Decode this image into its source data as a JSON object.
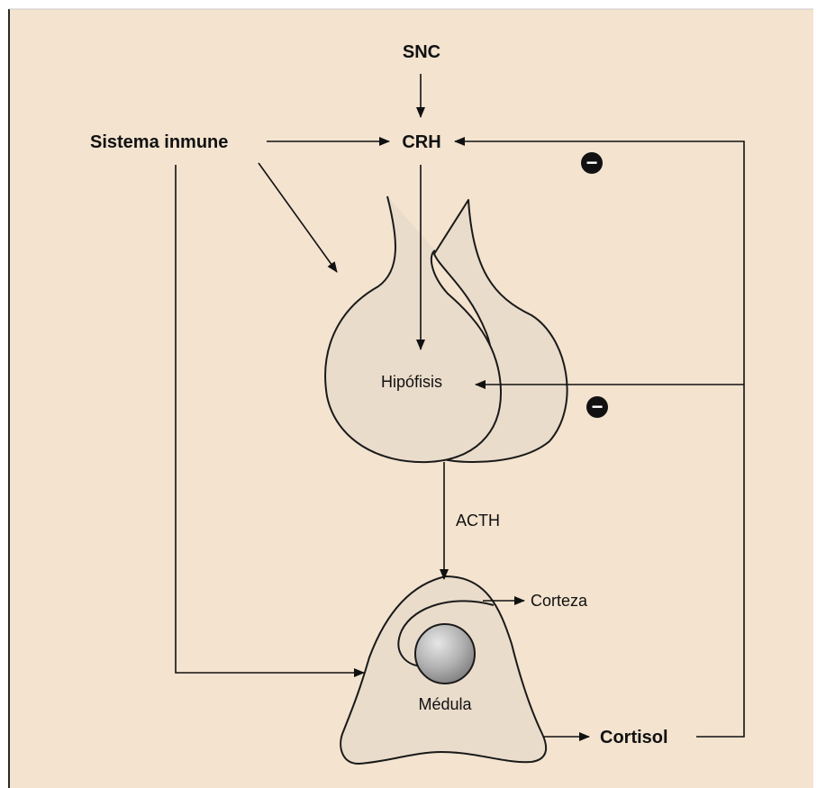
{
  "colors": {
    "background": "#f3e3cf",
    "frame": "#2a2a2a",
    "shape_fill": "#eadccb",
    "shape_stroke": "#1a1a1a",
    "line": "#111111",
    "inhibit": "#111111"
  },
  "nodes": {
    "snc": "SNC",
    "crh": "CRH",
    "immune": "Sistema inmune",
    "pituitary": "Hipófisis",
    "acth": "ACTH",
    "cortex": "Corteza",
    "medulla": "Médula",
    "cortisol": "Cortisol"
  },
  "inhibition_sign": "−"
}
